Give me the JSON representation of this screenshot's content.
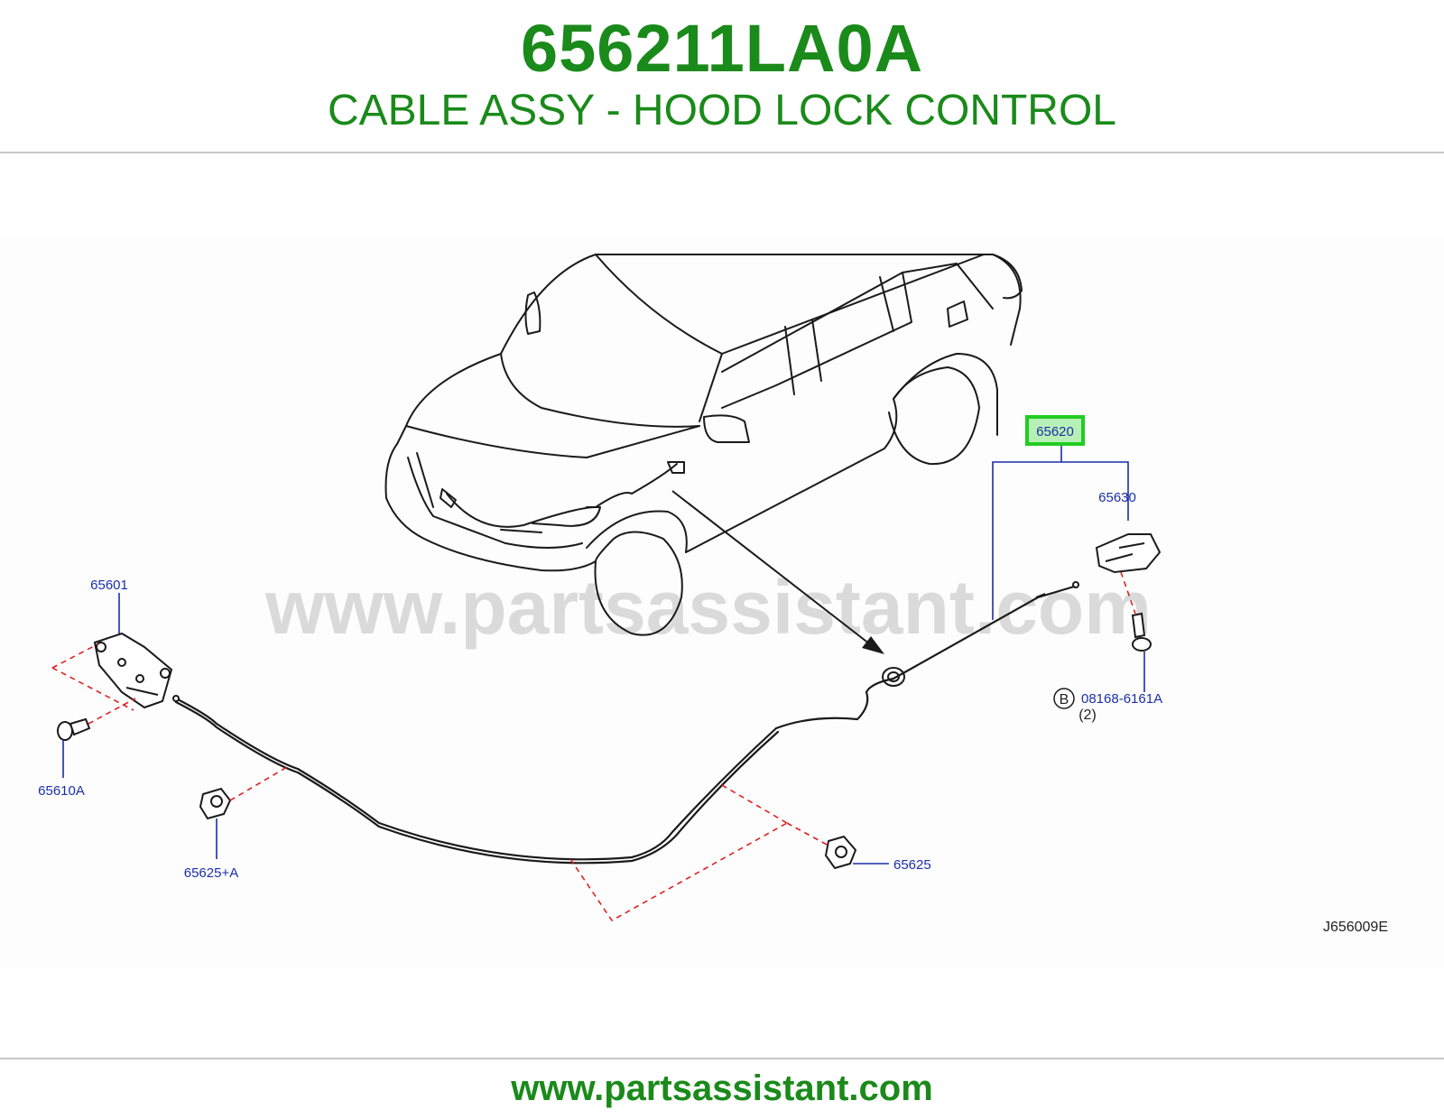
{
  "header": {
    "part_number": "656211LA0A",
    "description": "CABLE ASSY - HOOD LOCK CONTROL"
  },
  "diagram": {
    "watermark": "www.partsassistant.com",
    "drawing_code": "J656009E",
    "highlighted_part": "65620",
    "callouts": {
      "p65620": "65620",
      "p65630": "65630",
      "p65601": "65601",
      "p65610A": "65610A",
      "p65625A": "65625+A",
      "p65625": "65625",
      "bolt": "08168-6161A",
      "bolt_qty": "(2)",
      "bolt_marker": "B"
    },
    "colors": {
      "title_green": "#1a8a1a",
      "label_blue": "#1b2fa8",
      "highlight_green": "#22cc22",
      "dash_red": "#e02020"
    }
  },
  "footer": {
    "url": "www.partsassistant.com"
  }
}
